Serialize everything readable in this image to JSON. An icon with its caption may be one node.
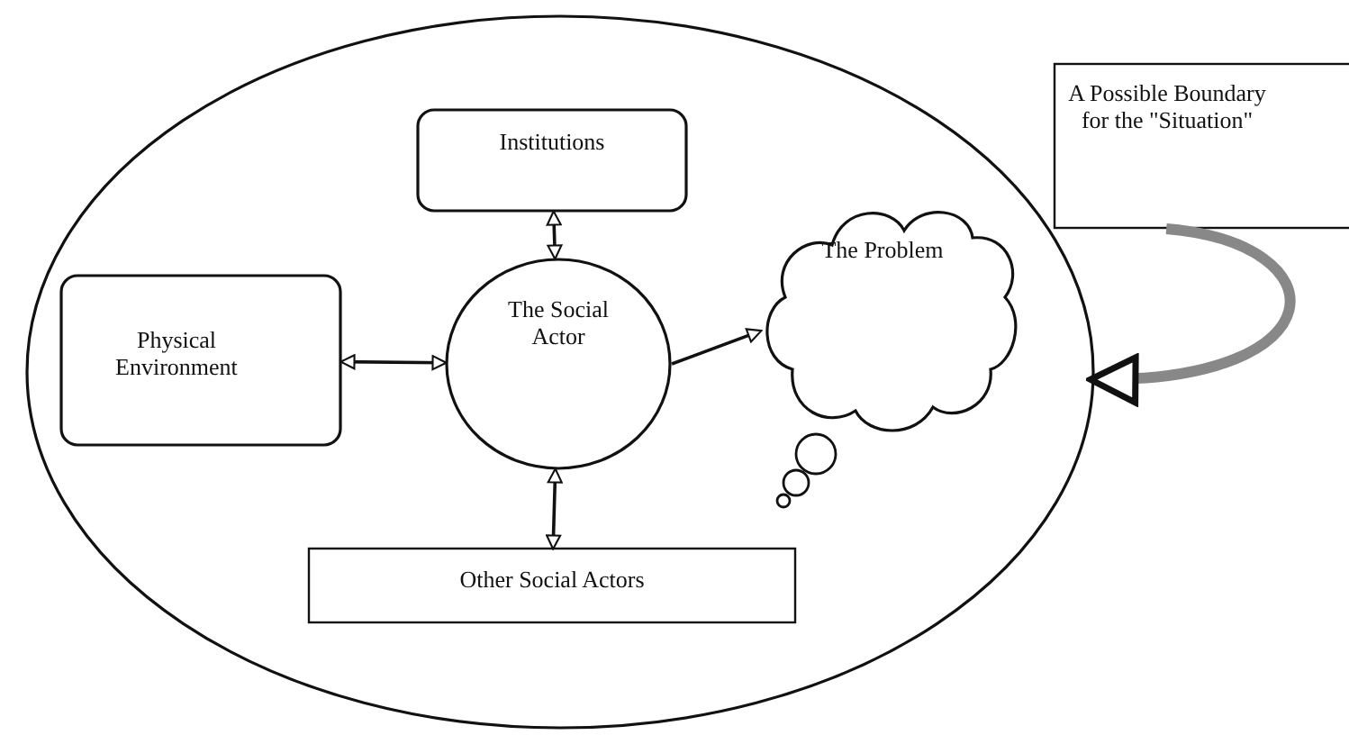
{
  "diagram": {
    "nodes": [
      {
        "text": [],
        "shape": "ellipse"
      },
      {
        "text": [
          "Institutions"
        ],
        "in": 0
      },
      {
        "text": [
          "Physical Environment"
        ],
        "in": 0
      },
      {
        "text": [
          "The Social Actor"
        ],
        "in": 0
      },
      {
        "text": [
          "The Problem"
        ],
        "in": 0
      },
      {
        "text": [
          "Other Social Actors"
        ],
        "in": 0
      },
      {
        "text": [
          "A Possible Boundary for the \"Situation\""
        ]
      }
    ],
    "edges": [
      {
        "from": 1,
        "to": 3,
        "arrow": "both"
      },
      {
        "from": 2,
        "to": 3,
        "arrow": "both"
      },
      {
        "from": 3,
        "to": 4,
        "arrow": "to"
      },
      {
        "from": 3,
        "to": 5,
        "arrow": "both"
      },
      {
        "from": 6,
        "to": 0,
        "arrow": "to",
        "style": "thick",
        "color": "#888888"
      }
    ]
  }
}
